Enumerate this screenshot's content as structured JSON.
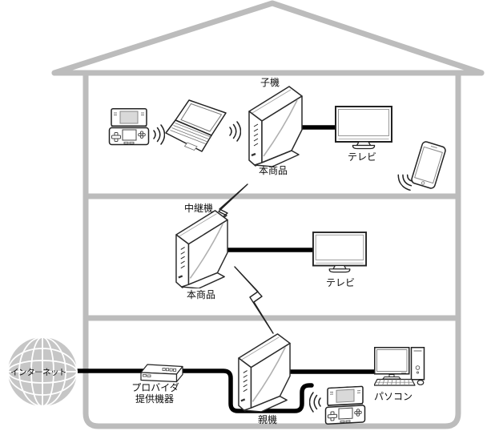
{
  "labels": {
    "internet": "インターネット",
    "provider_line1": "プロバイダ",
    "provider_line2": "提供機器",
    "parent_unit": "親機",
    "pc": "パソコン",
    "relay_unit": "中継機",
    "product_middle": "本商品",
    "tv_middle": "テレビ",
    "child_unit": "子機",
    "product_top": "本商品",
    "tv_top": "テレビ"
  },
  "colors": {
    "house_outline": "#bcbcbc",
    "cable": "#000000",
    "globe_fill": "#c6c6c6",
    "device_outline": "#2a2a2a",
    "ds_screen_gray": "#d9d9d9",
    "router_arc_gray": "#b0b0b0"
  },
  "icons": [
    "house-outline",
    "internet-globe-icon",
    "provider-modem-icon",
    "router-icon",
    "tv-icon",
    "handheld-game-console-icon",
    "laptop-icon",
    "smartphone-icon",
    "desktop-pc-icon",
    "wifi-waves-icon",
    "lightning-wireless-link-icon"
  ]
}
